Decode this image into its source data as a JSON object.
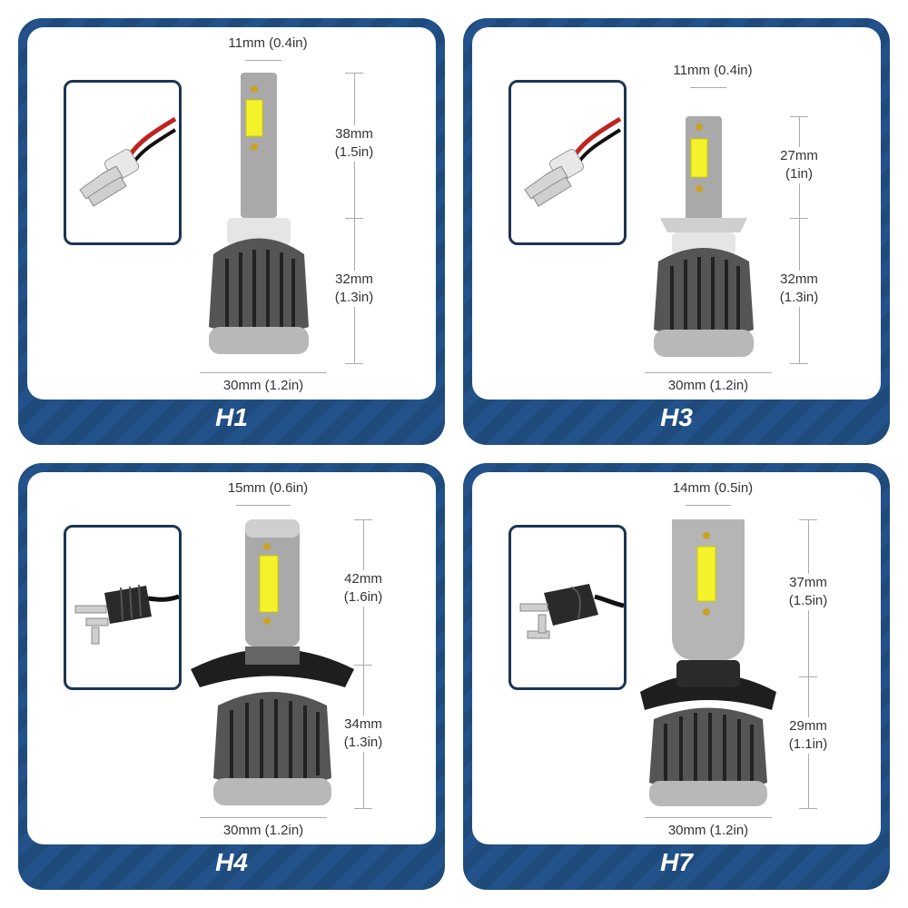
{
  "panels": [
    {
      "type": "H1",
      "top_width": "11mm (0.4in)",
      "upper_mm": "38mm",
      "upper_in": "(1.5in)",
      "lower_mm": "32mm",
      "lower_in": "(1.3in)",
      "base_width": "30mm (1.2in)"
    },
    {
      "type": "H3",
      "top_width": "11mm (0.4in)",
      "upper_mm": "27mm",
      "upper_in": "(1in)",
      "lower_mm": "32mm",
      "lower_in": "(1.3in)",
      "base_width": "30mm (1.2in)"
    },
    {
      "type": "H4",
      "top_width": "15mm (0.6in)",
      "upper_mm": "42mm",
      "upper_in": "(1.6in)",
      "lower_mm": "34mm",
      "lower_in": "(1.3in)",
      "base_width": "30mm (1.2in)"
    },
    {
      "type": "H7",
      "top_width": "14mm (0.5in)",
      "upper_mm": "37mm",
      "upper_in": "(1.5in)",
      "lower_mm": "29mm",
      "lower_in": "(1.1in)",
      "base_width": "30mm (1.2in)"
    }
  ],
  "colors": {
    "panel_blue": "#1f4b7c",
    "inset_border": "#1e3552",
    "led_yellow": "#f4f22a"
  }
}
